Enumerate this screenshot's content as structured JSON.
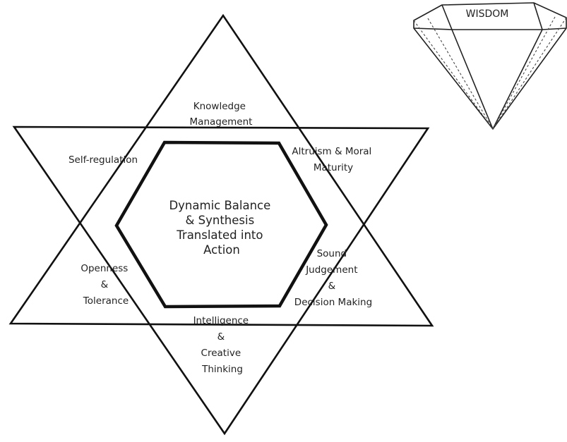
{
  "star": {
    "center": [
      "Dynamic Balance",
      "& Synthesis",
      "Translated into",
      "Action"
    ],
    "top": [
      "Knowledge",
      "Management"
    ],
    "upper_left": [
      "Self-regulation"
    ],
    "upper_right": [
      "Altruism & Moral",
      "Maturity"
    ],
    "lower_left": [
      "Openness",
      "&",
      "Tolerance"
    ],
    "lower_right": [
      "Sound",
      "Judgement",
      "&",
      "Decision Making"
    ],
    "bottom": [
      "Intelligence",
      "&",
      "Creative",
      "Thinking"
    ]
  },
  "gem": {
    "label": "WISDOM"
  }
}
